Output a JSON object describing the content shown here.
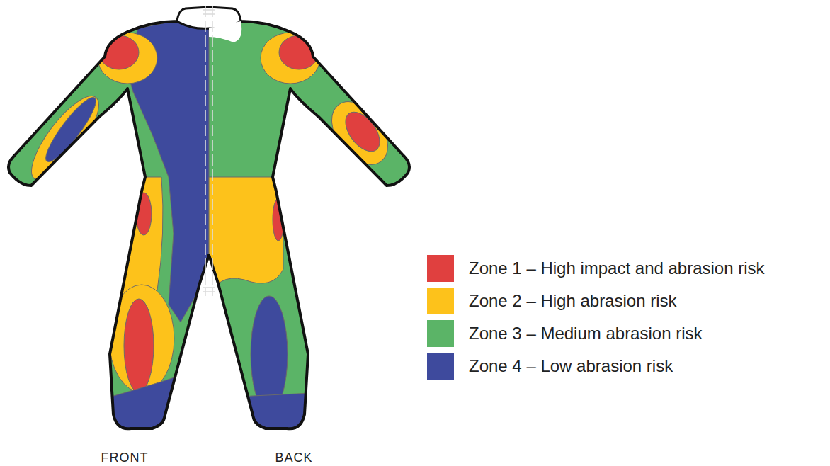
{
  "diagram": {
    "labels": [
      "FRONT",
      "BACK"
    ],
    "legend": [
      {
        "text": "Zone 1 – High impact and abrasion risk",
        "color": "#e0403f"
      },
      {
        "text": "Zone 2 – High abrasion risk",
        "color": "#fdc21b"
      },
      {
        "text": "Zone 3 – Medium abrasion risk",
        "color": "#5bb467"
      },
      {
        "text": "Zone 4 – Low abrasion risk",
        "color": "#3e4a9d"
      }
    ]
  }
}
